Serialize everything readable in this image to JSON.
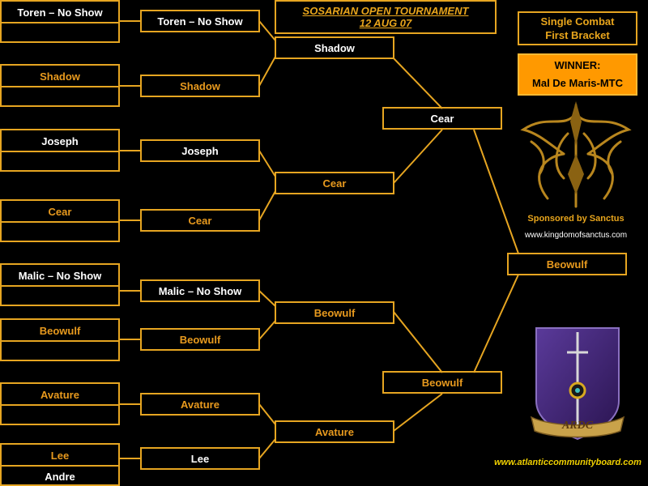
{
  "header": {
    "title": "SOSARIAN OPEN TOURNAMENT",
    "date": "12 AUG 07"
  },
  "bracket_label": {
    "line1": "Single Combat",
    "line2": "First Bracket"
  },
  "winner": {
    "label": "WINNER:",
    "name": "Mal De Maris-MTC"
  },
  "sponsor": {
    "text": "Sponsored by Sanctus",
    "url": "www.kingdomofsanctus.com"
  },
  "logo": {
    "text": "ARDC"
  },
  "footer": {
    "url": "www.atlanticcommunityboard.com"
  },
  "round1": [
    "Toren – No Show",
    "Shadow",
    "Joseph",
    "Cear",
    "Malic – No Show",
    "Beowulf",
    "Avature",
    "Lee",
    "Andre"
  ],
  "round2": [
    "Toren – No Show",
    "Shadow",
    "Joseph",
    "Cear",
    "Malic – No Show",
    "Beowulf",
    "Avature",
    "Lee"
  ],
  "round3": [
    "Shadow",
    "Cear",
    "Beowulf",
    "Avature"
  ],
  "round4": [
    "Cear",
    "Beowulf"
  ],
  "final": "Beowulf",
  "colors": {
    "line": "#e6a521",
    "winner_bg": "#ff9900",
    "accent_text": "#e89a1e"
  }
}
